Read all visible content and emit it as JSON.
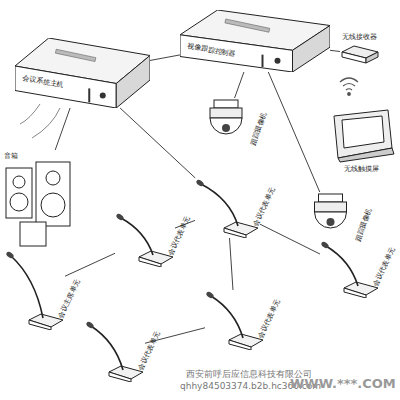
{
  "diagram": {
    "nodes": [
      {
        "text": [
          "会议系统主机"
        ]
      },
      {
        "text": [
          "视像跟踪控制器"
        ]
      },
      {
        "text": [
          "无线接收器"
        ]
      },
      {
        "text": [
          "音箱"
        ]
      },
      {
        "text": [
          "跟踪摄像机"
        ]
      },
      {
        "text": [
          "无线触摸屏"
        ]
      },
      {
        "text": [
          "跟踪摄像机"
        ]
      },
      {
        "text": [
          "会议主席单元"
        ]
      },
      {
        "text": [
          "会议代表单元"
        ]
      },
      {
        "text": [
          "会议代表单元"
        ]
      },
      {
        "text": [
          "会议代表单元"
        ]
      },
      {
        "text": [
          "会议代表单元"
        ]
      },
      {
        "text": [
          "会议代表单元"
        ]
      }
    ],
    "edges": [
      {
        "from": 0,
        "to": 1,
        "arrow": "none"
      },
      {
        "from": 1,
        "to": 2,
        "arrow": "none"
      },
      {
        "from": 0,
        "to": 3,
        "arrow": "none"
      },
      {
        "from": 1,
        "to": 4,
        "arrow": "none"
      },
      {
        "from": 1,
        "to": 6,
        "arrow": "none"
      },
      {
        "from": 0,
        "to": 9,
        "arrow": "none"
      },
      {
        "from": 9,
        "to": 8,
        "arrow": "none"
      },
      {
        "from": 8,
        "to": 7,
        "arrow": "none"
      },
      {
        "from": 9,
        "to": 12,
        "arrow": "none"
      },
      {
        "from": 12,
        "to": 11,
        "arrow": "none"
      },
      {
        "from": 9,
        "to": 10,
        "arrow": "none"
      }
    ],
    "labels": [
      "西安前呼后应信息科技有限公司",
      "qhhy84503374.b2b.hc360.com",
      "WWW.***.COM"
    ]
  }
}
